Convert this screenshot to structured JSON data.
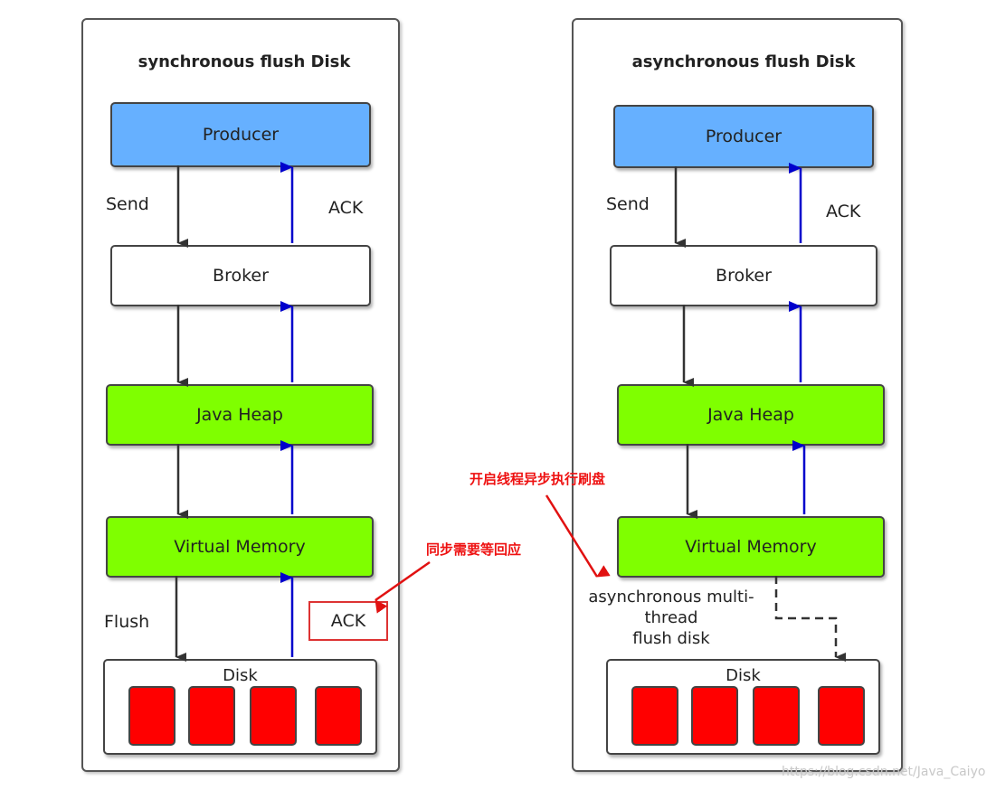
{
  "left": {
    "title": "synchronous flush Disk",
    "producer": "Producer",
    "broker": "Broker",
    "heap": "Java Heap",
    "vmem": "Virtual Memory",
    "disk": "Disk",
    "send": "Send",
    "ack_top": "ACK",
    "flush": "Flush",
    "ack_bottom": "ACK"
  },
  "right": {
    "title": "asynchronous flush Disk",
    "producer": "Producer",
    "broker": "Broker",
    "heap": "Java Heap",
    "vmem": "Virtual Memory",
    "disk": "Disk",
    "send": "Send",
    "ack_top": "ACK",
    "note_line1": "asynchronous multi-",
    "note_line2": "thread",
    "note_line3": "flush disk"
  },
  "annotations": {
    "sync_note": "同步需要等回应",
    "async_note": "开启线程异步执行刷盘"
  },
  "watermark": "https://blog.csdn.net/Java_Caiyo",
  "colors": {
    "producer": "#66b0ff",
    "memory": "#7fff00",
    "disk_block": "#ff0000",
    "ack_arrow": "#0000cc",
    "annotation": "#e11111"
  }
}
